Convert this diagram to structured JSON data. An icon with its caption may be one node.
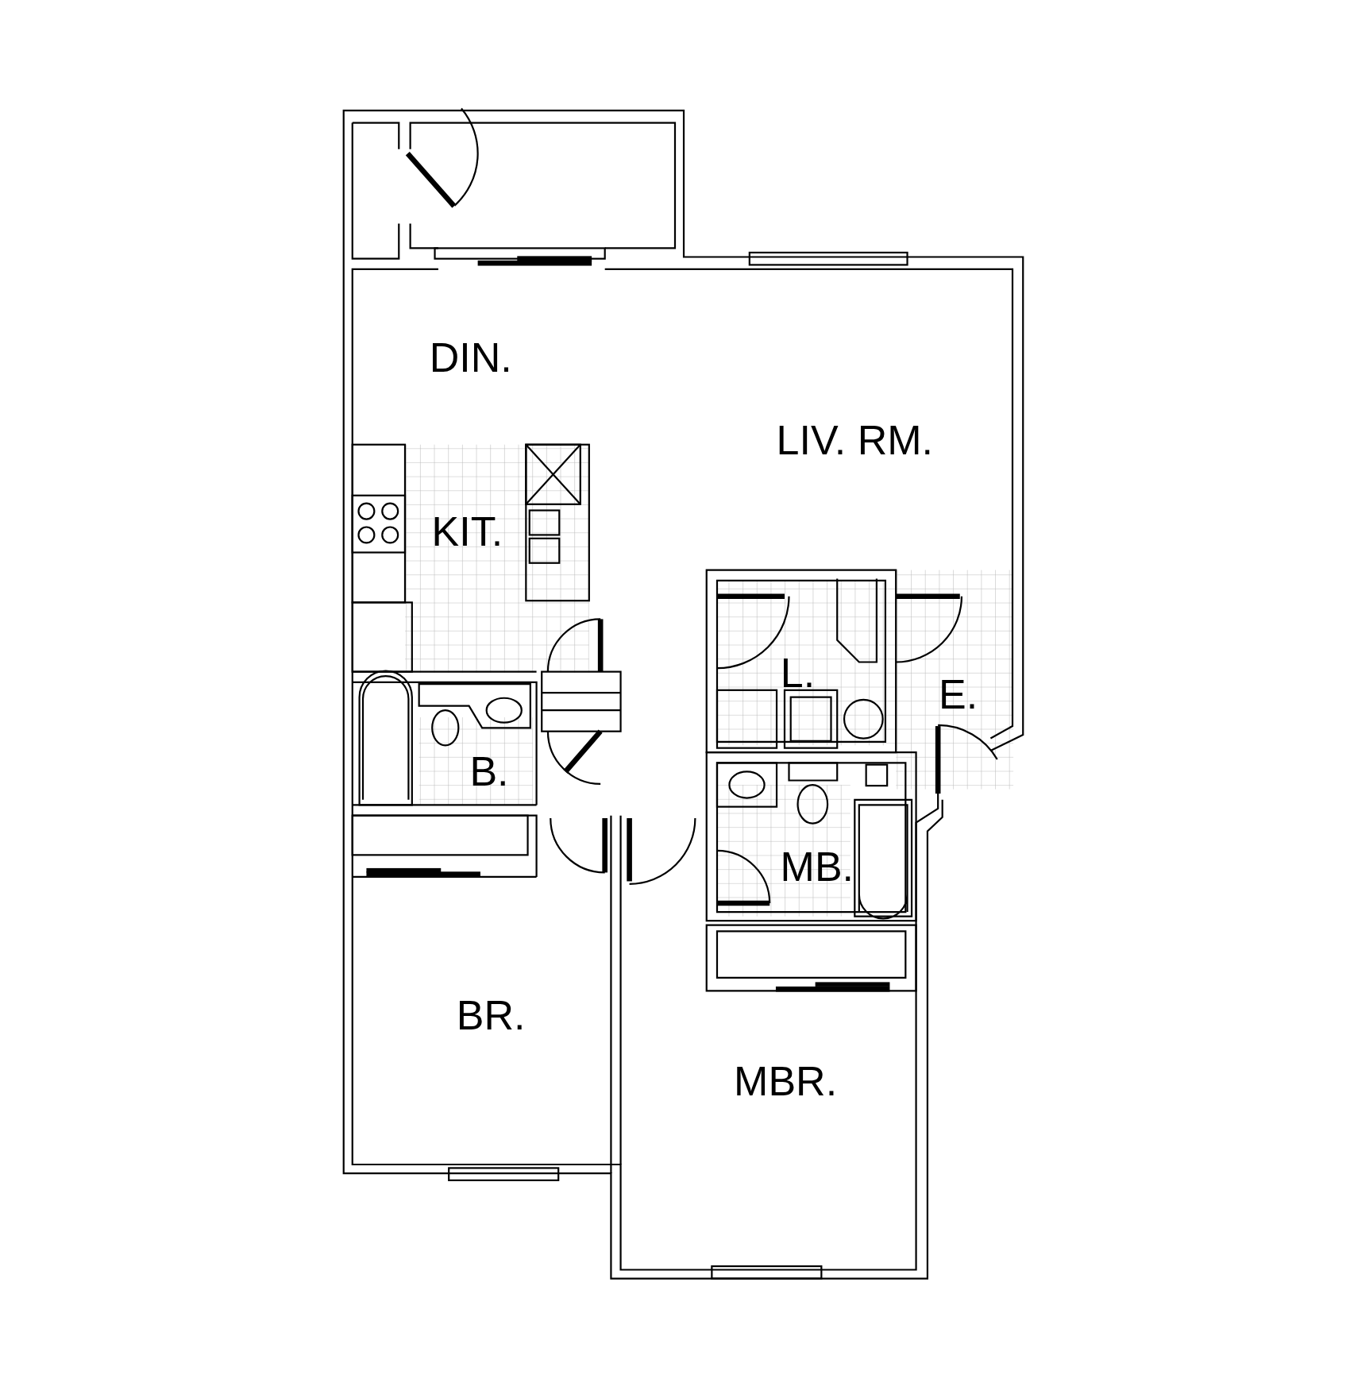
{
  "diagram": {
    "labels": [
      "DIN.",
      "LIV. RM.",
      "KIT.",
      "L.",
      "E.",
      "B.",
      "MB.",
      "BR.",
      "MBR."
    ]
  }
}
